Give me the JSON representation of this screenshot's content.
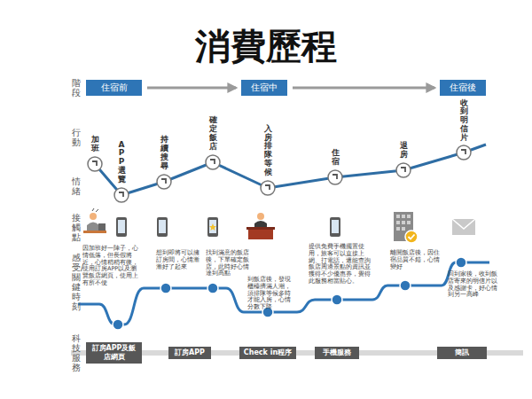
{
  "diagram": {
    "title": "消費歷程",
    "nodes": [
      {
        "text": [
          "住宿前"
        ]
      },
      {
        "text": [
          "住宿中"
        ]
      },
      {
        "text": [
          "住宿後"
        ]
      },
      {
        "text": [
          "訂房APP及飯店網頁"
        ]
      },
      {
        "text": [
          "訂房APP"
        ]
      },
      {
        "text": [
          "Check in程序"
        ]
      },
      {
        "text": [
          "手機服務"
        ]
      },
      {
        "text": [
          "簡訊"
        ]
      }
    ],
    "edges": [
      {
        "from": 0,
        "to": 1,
        "arrow": "to"
      },
      {
        "from": 1,
        "to": 2,
        "arrow": "to"
      }
    ],
    "labels": [
      "階段",
      "行動",
      "情緒",
      "接觸點",
      "感受/關鍵時刻",
      "科技服務",
      "加班",
      "APP選覽",
      "持續搜尋",
      "確定飯店",
      "入房排隊等候",
      "住宿",
      "退房",
      "收到明信片",
      "因加班好一陣子，心情低落，但長假將近，心情稍稍有復，使用訂房APP以及瀏覽飯店網頁，使用上有所不便",
      "想到即將可以擁訂房間，心情漸漸好了起來",
      "找到滿意的飯店後，下單確定飯店，此時好心情達到高點",
      "到飯店後，發現櫃檯擠滿人潮，須排隊等候多時才能入房，心情分數下降",
      "提供免費手機擺置使用，旅客可以直接上網、打電話，還能查詢飯店周邊景點的資訊並獲得不少優惠券，覺得此服務相當貼心。",
      "離開飯店後，因住宿品質不錯，心情變好",
      "回到家後，收到飯店寄來的明信片以及感謝卡，好心情到另一高峰"
    ]
  }
}
